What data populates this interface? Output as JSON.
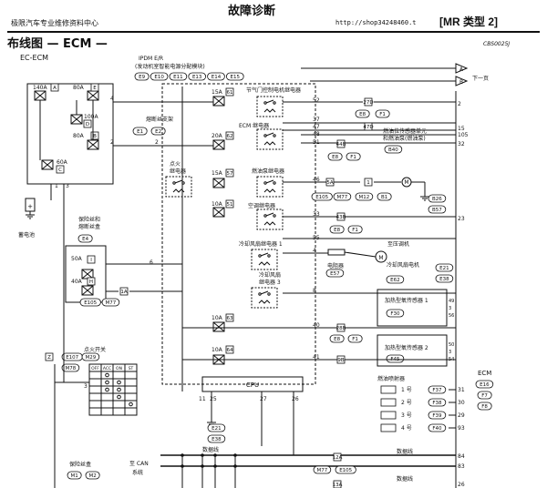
{
  "header": {
    "title": "故障诊断",
    "left": "极限汽车专业维修资料中心",
    "url": "http://shop34248460.t",
    "section": "[MR 类型 2]"
  },
  "page": {
    "title": "布线图 — ECM —",
    "code": "CBS0025J",
    "ecm_label": "EC-ECM"
  },
  "ipdm": {
    "l1": "IPDM E/R",
    "l2": "(发动机室智能电源分配模块)",
    "connectors": [
      "E9",
      "E10",
      "E11",
      "E13",
      "E14",
      "E15"
    ]
  },
  "fuses": {
    "f140": "140A",
    "f140id": "A",
    "f80": "80A",
    "f80id": "E",
    "f100": "100A",
    "f100id": "D",
    "f80b": "80A",
    "f80bid": "B",
    "f60": "60A",
    "f60id": "C",
    "f50": "50A",
    "f50id": "I",
    "f40": "40A",
    "f40id": "H",
    "f1a": "1A"
  },
  "labels": {
    "fuse_bracket": "熔断丝支架",
    "fuse_bracket_conn": [
      "E1",
      "E2"
    ],
    "battery": "蓄电池",
    "fusible_link": [
      "保险丝和",
      "熔断丝盒"
    ],
    "fusible_conn": "E4",
    "ign_relay": [
      "点火",
      "继电器"
    ],
    "throttle_relay": "节气门控制电机继电器",
    "ecm_relay": "ECM 继电器",
    "fuel_pump_relay": "燃油泵继电器",
    "ac_relay": "空调继电器",
    "fan_relay1": "冷却风扇继电器 1",
    "fan_relay3": [
      "冷却风扇",
      "继电器 3"
    ],
    "cpu": "CPU",
    "fuel_level": [
      "燃油位传感器单元",
      "和燃油泵(燃油泵)"
    ],
    "fuel_level_conn": "B40",
    "resistor": "电阻器",
    "resistor_conn": "E57",
    "pressure": "至压调机",
    "fan_motor": "冷却风扇电机",
    "fan_motor_conn": [
      "E21",
      "E38"
    ],
    "fan_motor_conn2": "E62",
    "o2_1": "加热型氧传感器 1",
    "o2_1_conn": "F30",
    "o2_2": "加热型氧传感器 2",
    "o2_2_conn": "F45",
    "injector": "燃油喷射器",
    "inj": [
      "1 号",
      "2 号",
      "3 号",
      "4 号"
    ],
    "inj_conn": [
      "F37",
      "F38",
      "F39",
      "F40"
    ],
    "ign_switch": "点火开关",
    "ign_sw_conn": [
      "E107",
      "M29"
    ],
    "ign_sw_conn2": "M78",
    "ign_sw_cols": [
      "OFF",
      "ACC",
      "ON",
      "ST"
    ],
    "fuse_box": "保险丝盒",
    "fuse_box_conn": [
      "M1",
      "M2"
    ],
    "data_line": "数据线",
    "to_can": [
      "至 CAN",
      "系统"
    ],
    "next_page": "下一页",
    "ecm_right": "ECM",
    "ecm_conn": [
      "E16",
      "F7",
      "F8"
    ],
    "e8f1": [
      "E8",
      "F1"
    ],
    "e105": "E105",
    "m77": "M77",
    "m12": "M12",
    "b1": "B1",
    "b26": "B26",
    "b57": "B57",
    "e21_38": [
      "E21",
      "E38"
    ],
    "conn_ids": [
      "27D",
      "47D",
      "44B",
      "5A",
      "1",
      "43B",
      "28B",
      "9B",
      "12A",
      "13A"
    ],
    "fuse_15a": "15A",
    "fuse_20a": "20A",
    "fuse_10a": "10A",
    "fuse_ids": [
      "61",
      "62",
      "57",
      "51",
      "63",
      "64"
    ],
    "pins_left": [
      "4",
      "1",
      "3",
      "6",
      "2",
      "11",
      "25",
      "27",
      "26"
    ],
    "pins_mid": [
      "52",
      "37",
      "47",
      "48",
      "51",
      "46",
      "33",
      "55",
      "4",
      "8",
      "40",
      "41"
    ],
    "pins_right": [
      "2",
      "15",
      "105",
      "32",
      "23",
      "49",
      "3",
      "56",
      "50",
      "3",
      "54",
      "31",
      "30",
      "29",
      "93",
      "84",
      "83",
      "26"
    ],
    "arrows": [
      "A",
      "B"
    ]
  }
}
